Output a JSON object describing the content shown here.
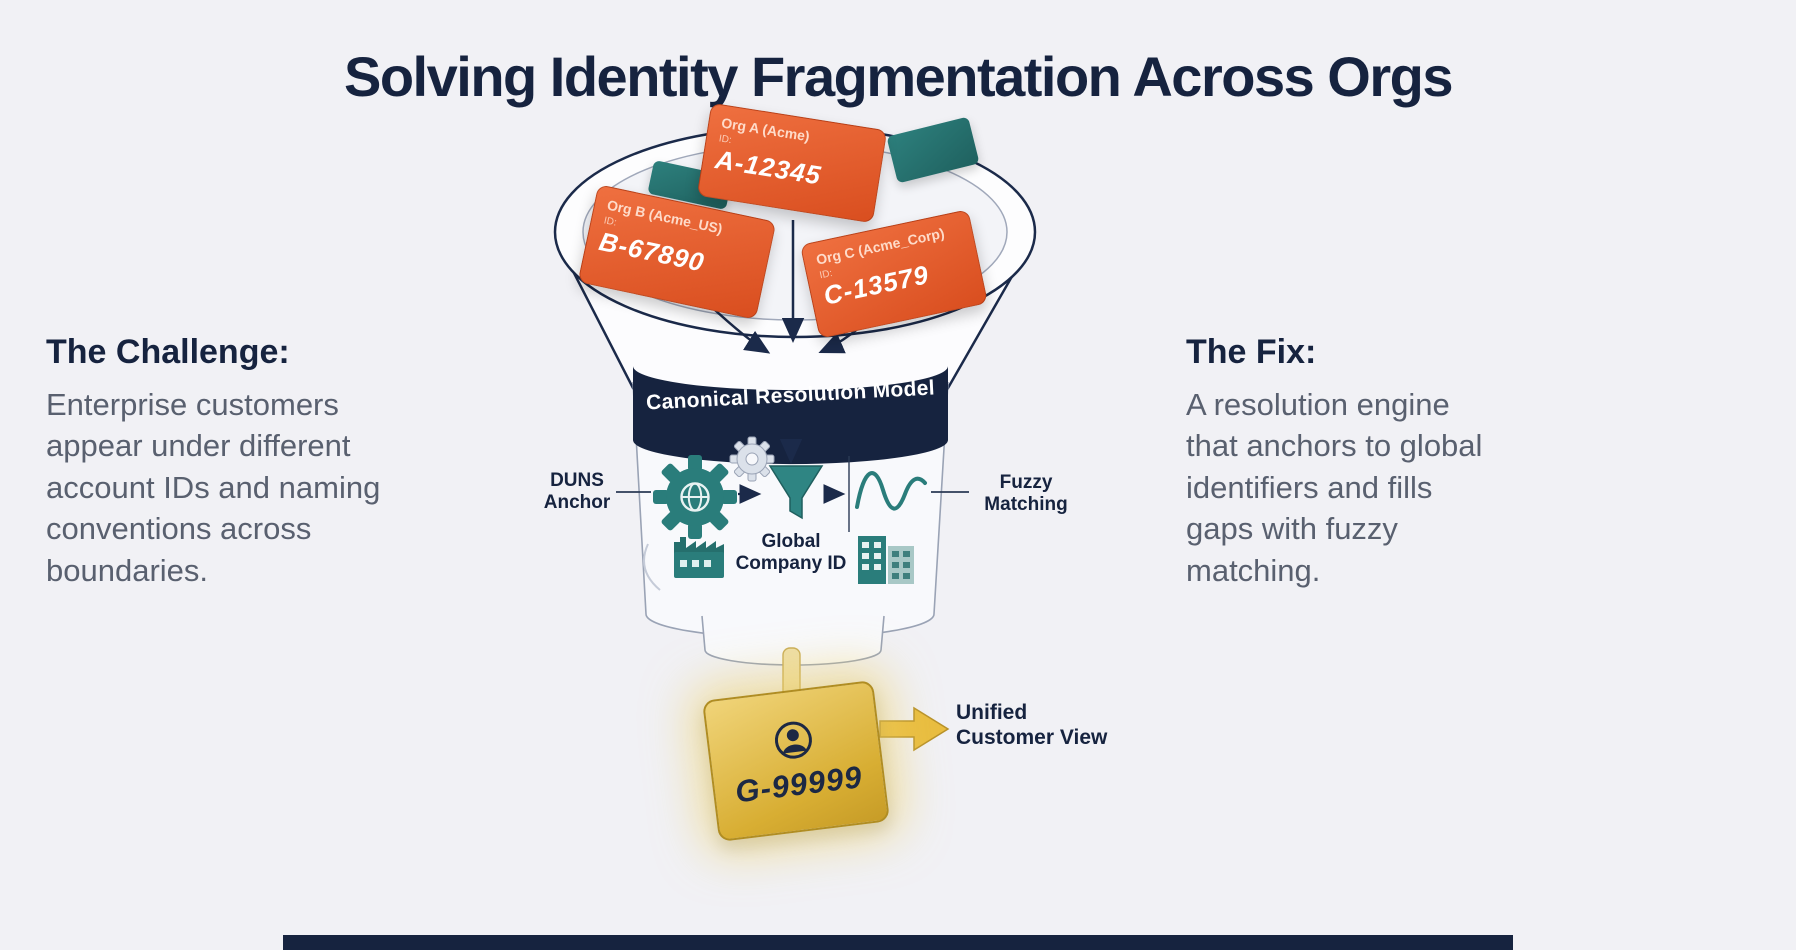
{
  "title": "Solving Identity Fragmentation Across Orgs",
  "left_panel": {
    "heading": "The Challenge:",
    "body": "Enterprise customers\nappear under different\naccount IDs and naming\nconventions across\nboundaries."
  },
  "right_panel": {
    "heading": "The Fix:",
    "body": "A resolution engine\nthat anchors to global\nidentifiers and fills\ngaps with fuzzy\nmatching."
  },
  "funnel": {
    "band_label": "Canonical Resolution Model",
    "source_cards": [
      {
        "org": "Org A (Acme)",
        "id_prefix": "ID:",
        "id": "A-12345"
      },
      {
        "org": "Org B (Acme_US)",
        "id_prefix": "ID:",
        "id": "B-67890"
      },
      {
        "org": "Org C (Acme_Corp)",
        "id_prefix": "ID:",
        "id": "C-13579"
      }
    ],
    "stage_labels": {
      "duns": "DUNS\nAnchor",
      "fuzzy": "Fuzzy\nMatching",
      "global_id": "Global\nCompany ID"
    },
    "output": {
      "id": "G-99999",
      "label": "Unified\nCustomer View"
    }
  },
  "icons": {
    "gear": "⚙",
    "small_gear": "⚙",
    "mini_funnel": "⏷",
    "wave": "∿",
    "factory": "🏭",
    "buildings": "🏢",
    "person": "👤",
    "arrow_right": "➜",
    "arrow_down": "↓"
  },
  "colors": {
    "background": "#f1f1f5",
    "navy": "#16233f",
    "orange": "#e2582a",
    "teal": "#2a7d7b",
    "gold": "#dfb94a",
    "body_text": "#59606f"
  }
}
